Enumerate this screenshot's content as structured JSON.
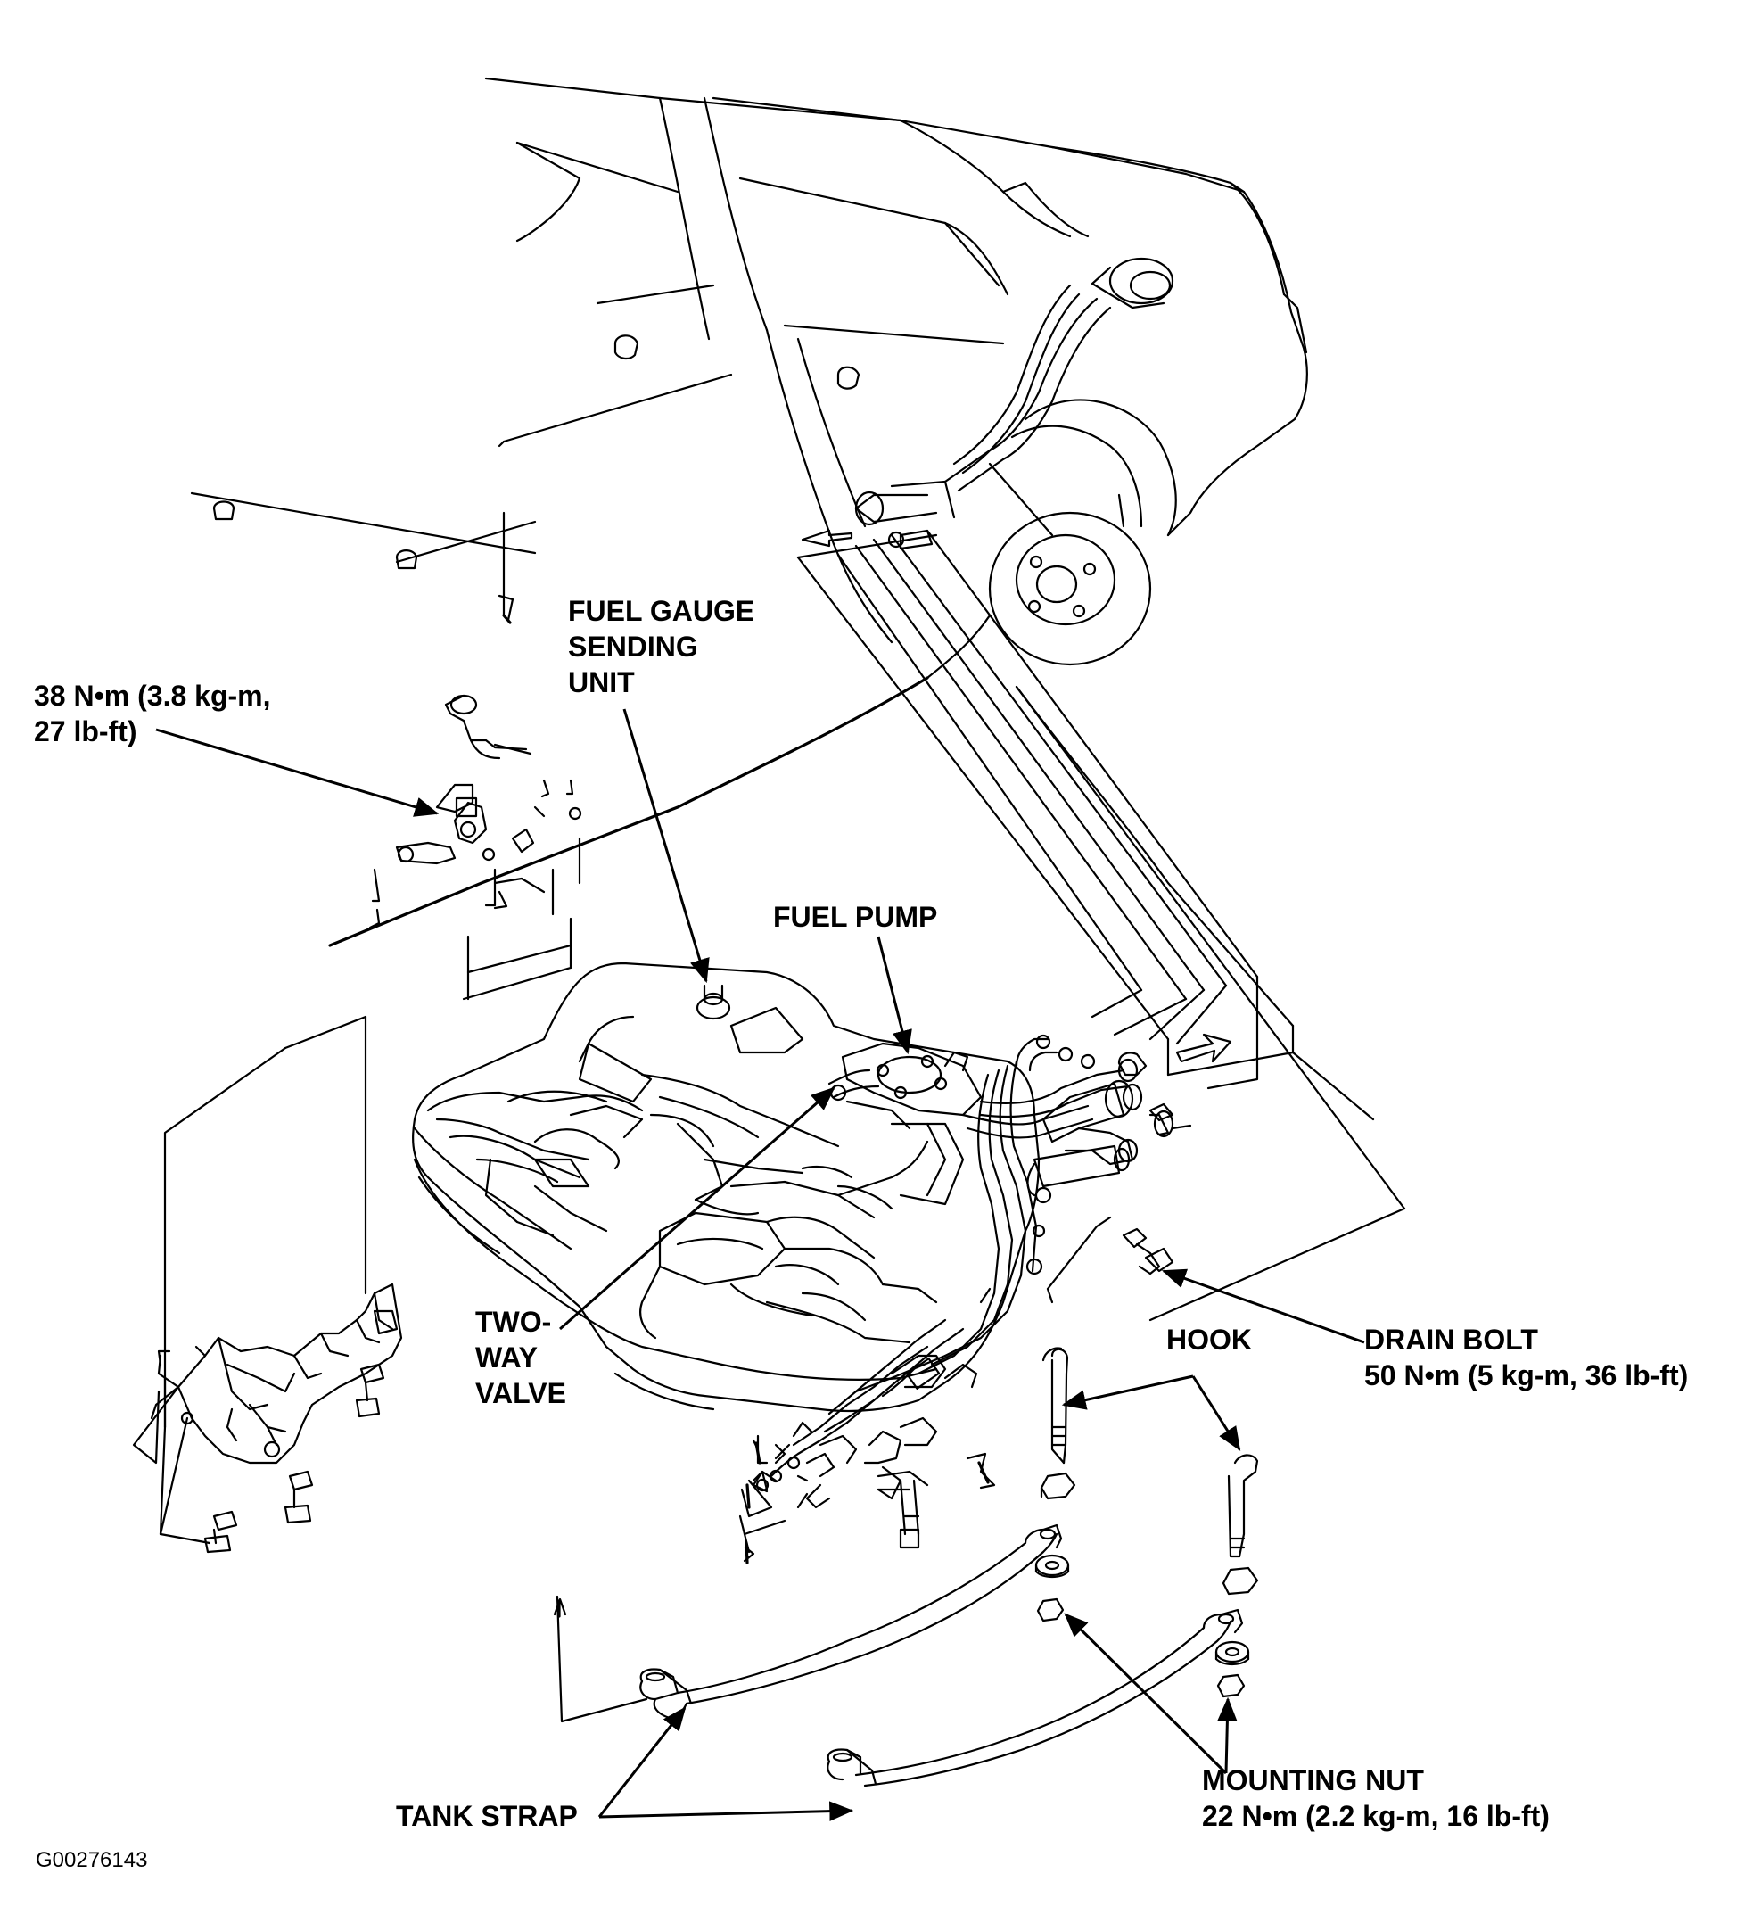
{
  "labels": {
    "fuel_gauge": [
      "FUEL GAUGE",
      "SENDING",
      "UNIT"
    ],
    "torque_38": [
      "38 N•m (3.8 kg-m,",
      "27 lb-ft)"
    ],
    "fuel_pump": "FUEL PUMP",
    "two_way": [
      "TWO-",
      "WAY",
      "VALVE"
    ],
    "hook": "HOOK",
    "drain_bolt": [
      "DRAIN BOLT",
      "50 N•m (5 kg-m, 36 lb-ft)"
    ],
    "tank_strap": "TANK STRAP",
    "mounting_nut": [
      "MOUNTING NUT",
      "22 N•m (2.2 kg-m, 16 lb-ft)"
    ],
    "figure_code": "G00276143"
  }
}
